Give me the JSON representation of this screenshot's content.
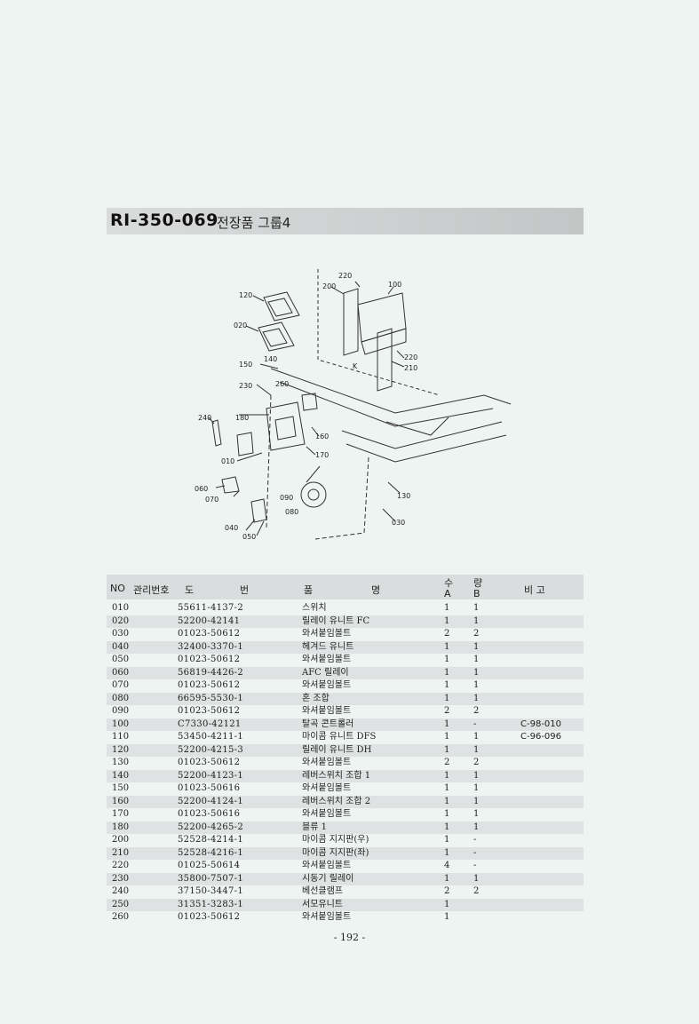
{
  "header": {
    "code": "RI-350-069",
    "name": "전장품 그룹4"
  },
  "diagram": {
    "labels": [
      "220",
      "200",
      "100",
      "120",
      "020",
      "140",
      "150",
      "230",
      "260",
      "240",
      "180",
      "K",
      "220",
      "210",
      "160",
      "170",
      "010",
      "060",
      "070",
      "090",
      "080",
      "130",
      "030",
      "040",
      "050"
    ]
  },
  "table": {
    "headers": {
      "no": "NO",
      "mgmt": "관리번호",
      "part_a": "도",
      "part_b": "번",
      "name_a": "품",
      "name_b": "명",
      "qty_a": "수",
      "qty_b": "량",
      "a": "A",
      "b": "B",
      "note": "비 고"
    },
    "rows": [
      {
        "no": "010",
        "part": "55611-4137-2",
        "name": "스위치",
        "a": "1",
        "b": "1",
        "note": ""
      },
      {
        "no": "020",
        "part": "52200-42141",
        "name": "릴레이 유니트 FC",
        "a": "1",
        "b": "1",
        "note": ""
      },
      {
        "no": "030",
        "part": "01023-50612",
        "name": "와셔붙임볼트",
        "a": "2",
        "b": "2",
        "note": ""
      },
      {
        "no": "040",
        "part": "32400-3370-1",
        "name": "헤겨드 유니트",
        "a": "1",
        "b": "1",
        "note": ""
      },
      {
        "no": "050",
        "part": "01023-50612",
        "name": "와셔붙임볼트",
        "a": "1",
        "b": "1",
        "note": ""
      },
      {
        "no": "060",
        "part": "56819-4426-2",
        "name": "AFC 릴레이",
        "a": "1",
        "b": "1",
        "note": ""
      },
      {
        "no": "070",
        "part": "01023-50612",
        "name": "와셔붙임볼트",
        "a": "1",
        "b": "1",
        "note": ""
      },
      {
        "no": "080",
        "part": "66595-5530-1",
        "name": "혼 조합",
        "a": "1",
        "b": "1",
        "note": ""
      },
      {
        "no": "090",
        "part": "01023-50612",
        "name": "와셔붙임볼트",
        "a": "2",
        "b": "2",
        "note": ""
      },
      {
        "no": "100",
        "part": "C7330-42121",
        "name": "탈곡 콘트롤러",
        "a": "1",
        "b": "-",
        "note": "C-98-010"
      },
      {
        "no": "110",
        "part": "53450-4211-1",
        "name": "마이콤 유니트 DFS",
        "a": "1",
        "b": "1",
        "note": "C-96-096"
      },
      {
        "no": "120",
        "part": "52200-4215-3",
        "name": "릴레이 유니트 DH",
        "a": "1",
        "b": "1",
        "note": ""
      },
      {
        "no": "130",
        "part": "01023-50612",
        "name": "와셔붙임볼트",
        "a": "2",
        "b": "2",
        "note": ""
      },
      {
        "no": "140",
        "part": "52200-4123-1",
        "name": "레버스위치 조합 1",
        "a": "1",
        "b": "1",
        "note": ""
      },
      {
        "no": "150",
        "part": "01023-50616",
        "name": "와셔붙임볼트",
        "a": "1",
        "b": "1",
        "note": ""
      },
      {
        "no": "160",
        "part": "52200-4124-1",
        "name": "레버스위치 조합 2",
        "a": "1",
        "b": "1",
        "note": ""
      },
      {
        "no": "170",
        "part": "01023-50616",
        "name": "와셔붙임볼트",
        "a": "1",
        "b": "1",
        "note": ""
      },
      {
        "no": "180",
        "part": "52200-4265-2",
        "name": "블류 1",
        "a": "1",
        "b": "1",
        "note": ""
      },
      {
        "no": "200",
        "part": "52528-4214-1",
        "name": "마이콤 지지판(우)",
        "a": "1",
        "b": "-",
        "note": ""
      },
      {
        "no": "210",
        "part": "52528-4216-1",
        "name": "마이콤 지지판(좌)",
        "a": "1",
        "b": "-",
        "note": ""
      },
      {
        "no": "220",
        "part": "01025-50614",
        "name": "와셔붙임볼트",
        "a": "4",
        "b": "-",
        "note": ""
      },
      {
        "no": "230",
        "part": "35800-7507-1",
        "name": "시동기 릴레이",
        "a": "1",
        "b": "1",
        "note": ""
      },
      {
        "no": "240",
        "part": "37150-3447-1",
        "name": "베선클램프",
        "a": "2",
        "b": "2",
        "note": ""
      },
      {
        "no": "250",
        "part": "31351-3283-1",
        "name": "서모유니트",
        "a": "1",
        "b": "",
        "note": ""
      },
      {
        "no": "260",
        "part": "01023-50612",
        "name": "와셔붙임볼트",
        "a": "1",
        "b": "",
        "note": ""
      }
    ]
  },
  "footer": {
    "page": "- 192 -"
  }
}
